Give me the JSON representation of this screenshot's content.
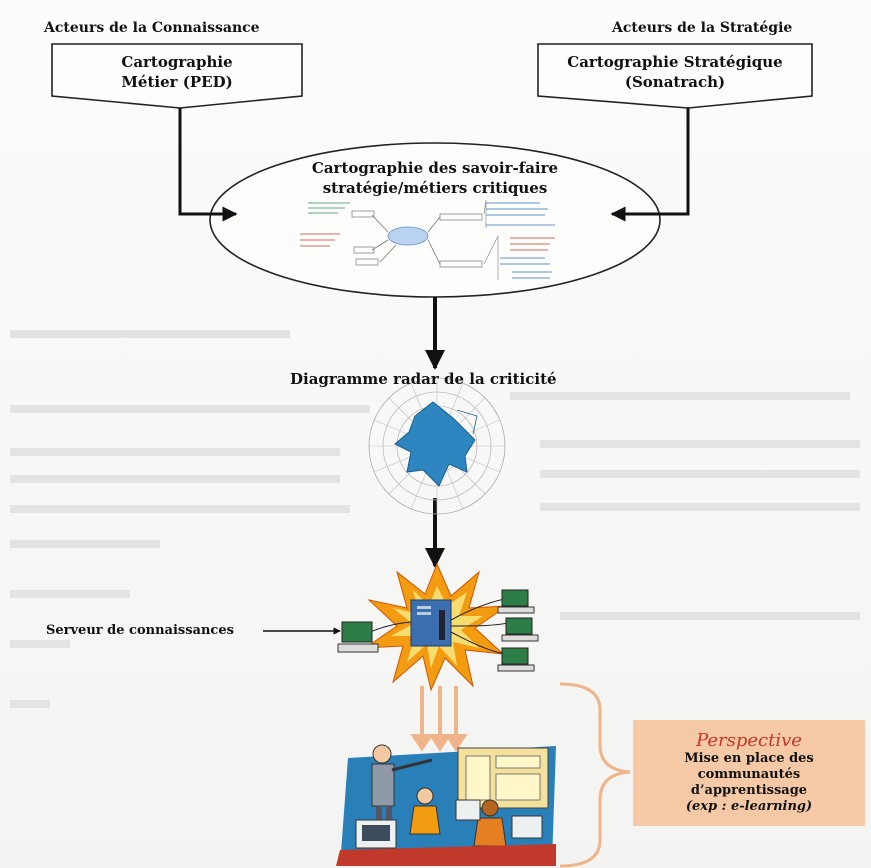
{
  "headers": {
    "left": "Acteurs de la Connaissance",
    "right": "Acteurs de la Stratégie"
  },
  "boxes": {
    "left": {
      "line1": "Cartographie",
      "line2": "Métier (PED)"
    },
    "right": {
      "line1": "Cartographie Stratégique",
      "line2": "(Sonatrach)"
    }
  },
  "ellipse": {
    "line1": "Cartographie des savoir-faire",
    "line2": "stratégie/métiers critiques"
  },
  "radar": {
    "title": "Diagramme radar de la criticité"
  },
  "server": {
    "label": "Serveur de connaissances"
  },
  "perspective": {
    "title": "Perspective",
    "line1": "Mise en place des",
    "line2": "communautés",
    "line3": "d’apprentissage",
    "example": "(exp : e-learning)"
  },
  "colors": {
    "radar_fill": "#2e86c1",
    "burst_outer": "#f39c12",
    "burst_inner": "#f7dc6f",
    "perspective_bg": "#f5c9a5",
    "perspective_title": "#c0392b"
  }
}
